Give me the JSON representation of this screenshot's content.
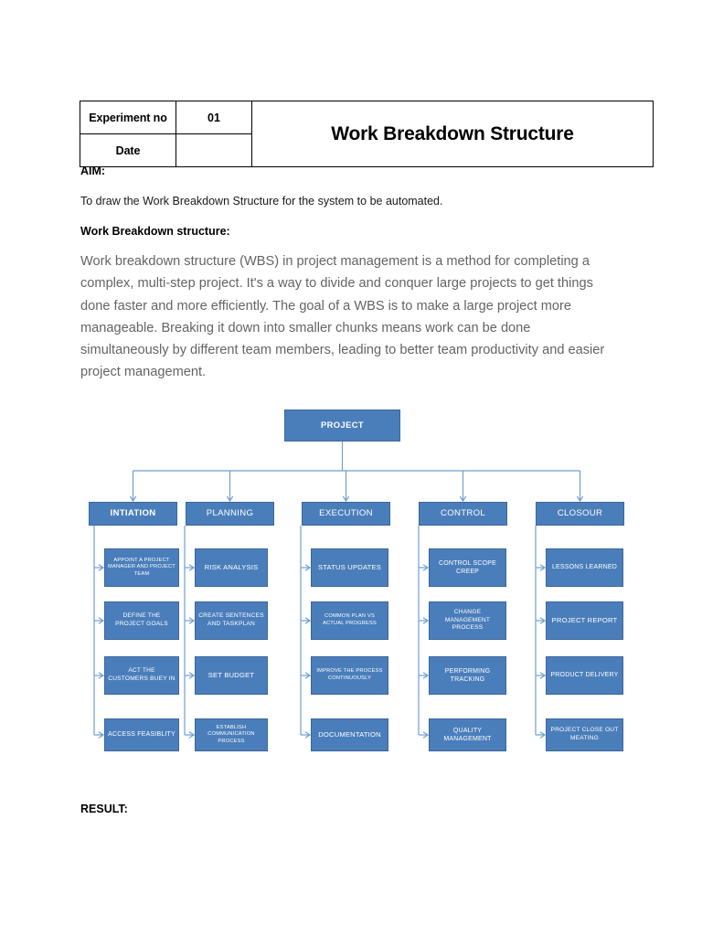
{
  "header": {
    "experiment_label": "Experiment no",
    "experiment_value": "01",
    "date_label": "Date",
    "date_value": "",
    "title": "Work Breakdown Structure"
  },
  "body": {
    "aim_label": "AIM:",
    "aim_text": "To draw the Work Breakdown Structure for the system to be automated.",
    "wbs_label": "Work Breakdown structure:",
    "wbs_paragraph": "Work breakdown structure (WBS) in project management is a method for completing a complex, multi-step project. It's a way to divide and conquer large projects to get things done faster and more efficiently. The goal of a WBS is to make a large project more manageable. Breaking it down into smaller chunks means work can be done simultaneously by different team members, leading to better team productivity and easier project management.",
    "result_label": "RESULT:"
  },
  "diagram": {
    "root": "PROJECT",
    "node_fill": "#4a7ebb",
    "node_border": "#3c6699",
    "connector_color": "#6f9fd0",
    "text_color": "#ffffff",
    "branches": [
      {
        "title": "INTIATION",
        "tasks": [
          "APPOINT A PROJECT MANAGER AND PROJECT TEAM",
          "DEFINE THE PROJECT GOALS",
          "ACT THE CUSTOMERS BUEY IN",
          "ACCESS FEASIBLITY"
        ]
      },
      {
        "title": "PLANNING",
        "tasks": [
          "RISK ANALYSIS",
          "CREATE SENTENCES AND TASKPLAN",
          "SET BUDGET",
          "ESTABLISH COMMUNICATION PROCESS"
        ]
      },
      {
        "title": "EXECUTION",
        "tasks": [
          "STATUS UPDATES",
          "COMMON PLAN VS ACTUAL PROGRESS",
          "IMPROVE THE PROCESS CONTINUOUSLY",
          "DOCUMENTATION"
        ]
      },
      {
        "title": "CONTROL",
        "tasks": [
          "CONTROL SCOPE CREEP",
          "CHANGE MANAGEMENT PROCESS",
          "PERFORMING TRACKING",
          "QUALITY MANAGEMENT"
        ]
      },
      {
        "title": "CLOSOUR",
        "tasks": [
          "LESSONS LEARNED",
          "PROJECT REPORT",
          "PRODUCT DELIVERY",
          "PROJECT CLOSE OUT MEATING"
        ]
      }
    ]
  }
}
